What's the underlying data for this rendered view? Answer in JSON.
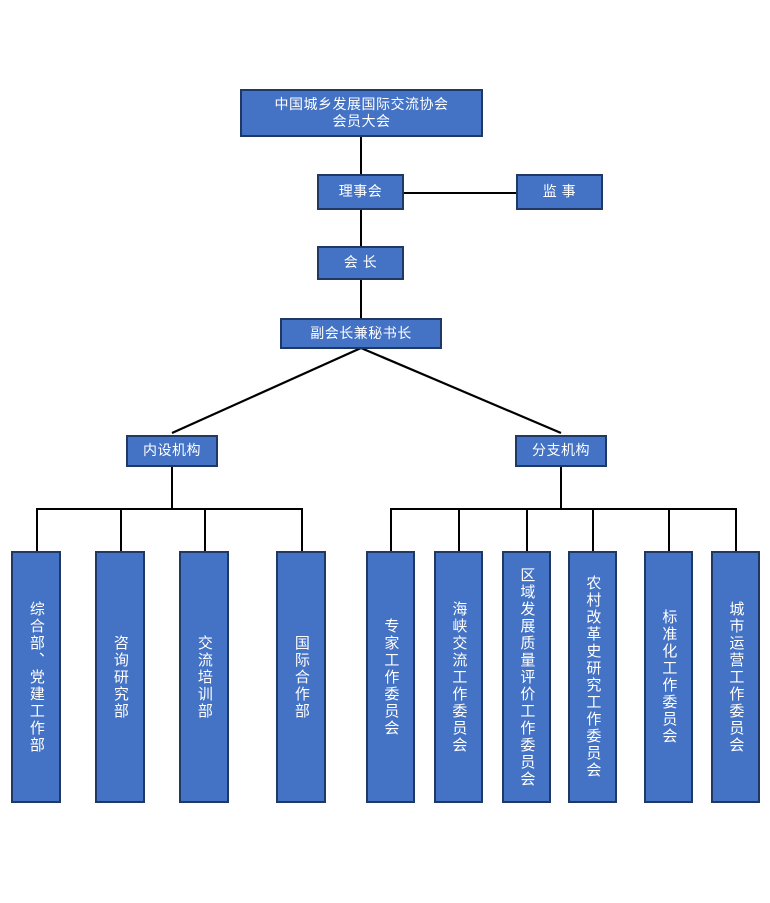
{
  "chart": {
    "title_node": {
      "label": "中国城乡发展国际交流协会\n会员大会",
      "line1": "中国城乡发展国际交流协会",
      "line2": "会员大会"
    },
    "colors": {
      "node_fill": "#4472C4",
      "node_border": "#1F3864",
      "node_text": "#FFFFFF",
      "connector": "#000000",
      "background": "#FFFFFF"
    },
    "levels": {
      "council": {
        "label": "理事会"
      },
      "supervisor": {
        "label": "监 事"
      },
      "president": {
        "label": "会 长"
      },
      "vice_president": {
        "label": "副会长兼秘书长"
      },
      "internal_group": {
        "label": "内设机构"
      },
      "branch_group": {
        "label": "分支机构"
      }
    },
    "internal_departments": [
      {
        "label": "综合部、党建工作部"
      },
      {
        "label": "咨询研究部"
      },
      {
        "label": "交流培训部"
      },
      {
        "label": "国际合作部"
      }
    ],
    "branch_committees": [
      {
        "label": "专家工作委员会"
      },
      {
        "label": "海峡交流工作委员会"
      },
      {
        "label": "区域发展质量评价工作委员会"
      },
      {
        "label": "农村改革史研究工作委员会"
      },
      {
        "label": "标准化工作委员会"
      },
      {
        "label": "城市运营工作委员会"
      }
    ]
  }
}
